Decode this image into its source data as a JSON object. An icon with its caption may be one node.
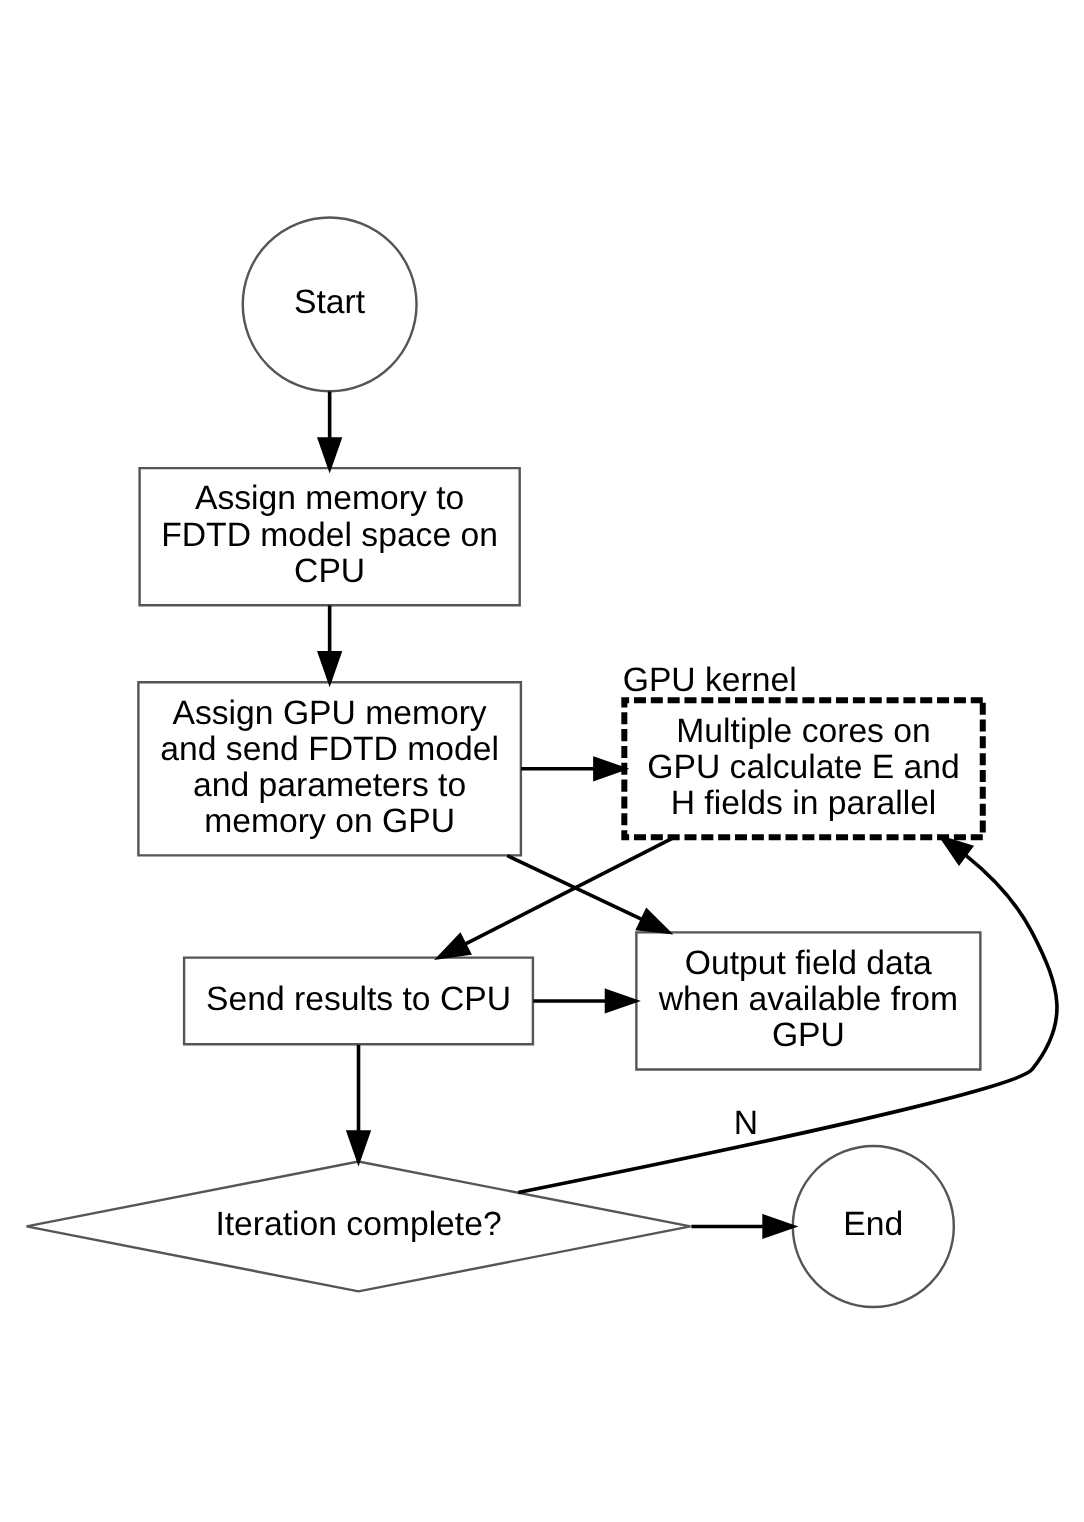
{
  "diagram": {
    "nodes": [
      {
        "text": [
          "Start"
        ]
      },
      {
        "text": [
          "Assign memory to FDTD model space on CPU"
        ]
      },
      {
        "text": [
          "Assign GPU memory and send FDTD model and parameters to memory on GPU"
        ]
      },
      {
        "text": [
          "GPU kernel",
          "Multiple cores on GPU calculate E and H fields in parallel"
        ]
      },
      {
        "text": [
          "Output field data when available from GPU"
        ]
      },
      {
        "text": [
          "Send results to CPU"
        ]
      },
      {
        "text": [
          "Iteration complete?"
        ]
      },
      {
        "text": [
          "End"
        ]
      }
    ],
    "edges": [
      {
        "from": 0,
        "to": 1,
        "arrow": "to"
      },
      {
        "from": 1,
        "to": 2,
        "arrow": "to"
      },
      {
        "from": 2,
        "to": 3,
        "arrow": "to"
      },
      {
        "from": 2,
        "to": 4,
        "arrow": "to"
      },
      {
        "from": 3,
        "to": 5,
        "arrow": "to"
      },
      {
        "from": 5,
        "to": 4,
        "arrow": "to"
      },
      {
        "from": 5,
        "to": 6,
        "arrow": "to"
      },
      {
        "from": 6,
        "to": 7,
        "arrow": "to"
      },
      {
        "from": 6,
        "to": 3,
        "arrow": "to",
        "label": "N"
      }
    ]
  }
}
